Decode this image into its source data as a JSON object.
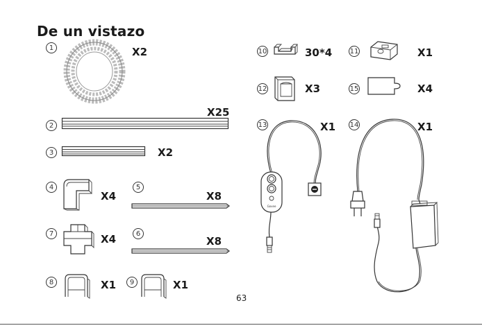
{
  "title": "De un vistazo",
  "page_number": "63",
  "items": [
    {
      "id": "1",
      "number": "①",
      "qty": "X2",
      "icon": "led-strip-reel-icon"
    },
    {
      "id": "2",
      "number": "②",
      "qty": "X25",
      "icon": "long-channel-icon"
    },
    {
      "id": "3",
      "number": "③",
      "qty": "X2",
      "icon": "short-channel-icon"
    },
    {
      "id": "4",
      "number": "④",
      "qty": "X4",
      "icon": "corner-connector-icon"
    },
    {
      "id": "5",
      "number": "⑤",
      "qty": "X8",
      "icon": "diffuser-strip-icon"
    },
    {
      "id": "6",
      "number": "⑥",
      "qty": "X8",
      "icon": "diffuser-strip-icon"
    },
    {
      "id": "7",
      "number": "⑦",
      "qty": "X4",
      "icon": "t-connector-icon"
    },
    {
      "id": "8",
      "number": "⑧",
      "qty": "X1",
      "icon": "end-cap-icon"
    },
    {
      "id": "9",
      "number": "⑨",
      "qty": "X1",
      "icon": "end-cap-icon"
    },
    {
      "id": "10",
      "number": "⑩",
      "qty": "30*4",
      "icon": "mounting-clip-icon"
    },
    {
      "id": "11",
      "number": "⑪",
      "qty": "X1",
      "icon": "connector-block-icon"
    },
    {
      "id": "12",
      "number": "⑫",
      "qty": "X3",
      "icon": "clamp-icon"
    },
    {
      "id": "13",
      "number": "⑬",
      "qty": "X1",
      "icon": "controller-cable-icon"
    },
    {
      "id": "14",
      "number": "⑭",
      "qty": "X1",
      "icon": "power-adapter-icon"
    },
    {
      "id": "15",
      "number": "⑮",
      "qty": "X4",
      "icon": "adhesive-pad-icon"
    }
  ],
  "controller_logo": "Govee"
}
